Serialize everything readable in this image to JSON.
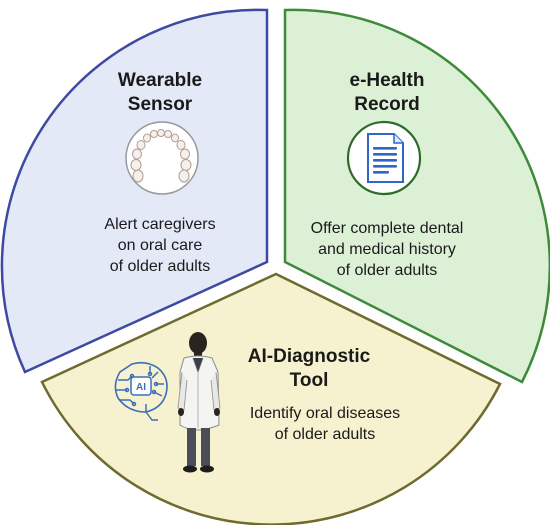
{
  "colors": {
    "sensor_fill": "#e4e9f8",
    "sensor_stroke": "#3d4aa0",
    "record_fill": "#dcf0d6",
    "record_stroke": "#3f8a3a",
    "ai_fill": "#f6f2cf",
    "ai_stroke": "#6f6a2d",
    "icon_stroke": "#2e6b2a",
    "doc_blue": "#2f66c7",
    "circuit_blue": "#3a6fb8"
  },
  "segments": {
    "sensor": {
      "title_lines": [
        "Wearable",
        "Sensor"
      ],
      "desc_lines": [
        "Alert caregivers",
        "on oral care",
        "of older adults"
      ],
      "icon": "dental-arch-icon"
    },
    "record": {
      "title_lines": [
        "e-Health",
        "Record"
      ],
      "desc_lines": [
        "Offer complete dental",
        "and medical history",
        "of older adults"
      ],
      "icon": "document-icon"
    },
    "ai": {
      "title_lines": [
        "AI-Diagnostic",
        "Tool"
      ],
      "desc_lines": [
        "Identify oral diseases",
        "of older adults"
      ],
      "icon": "ai-brain-icon",
      "badge": "AI",
      "figure": "doctor-figure"
    }
  }
}
